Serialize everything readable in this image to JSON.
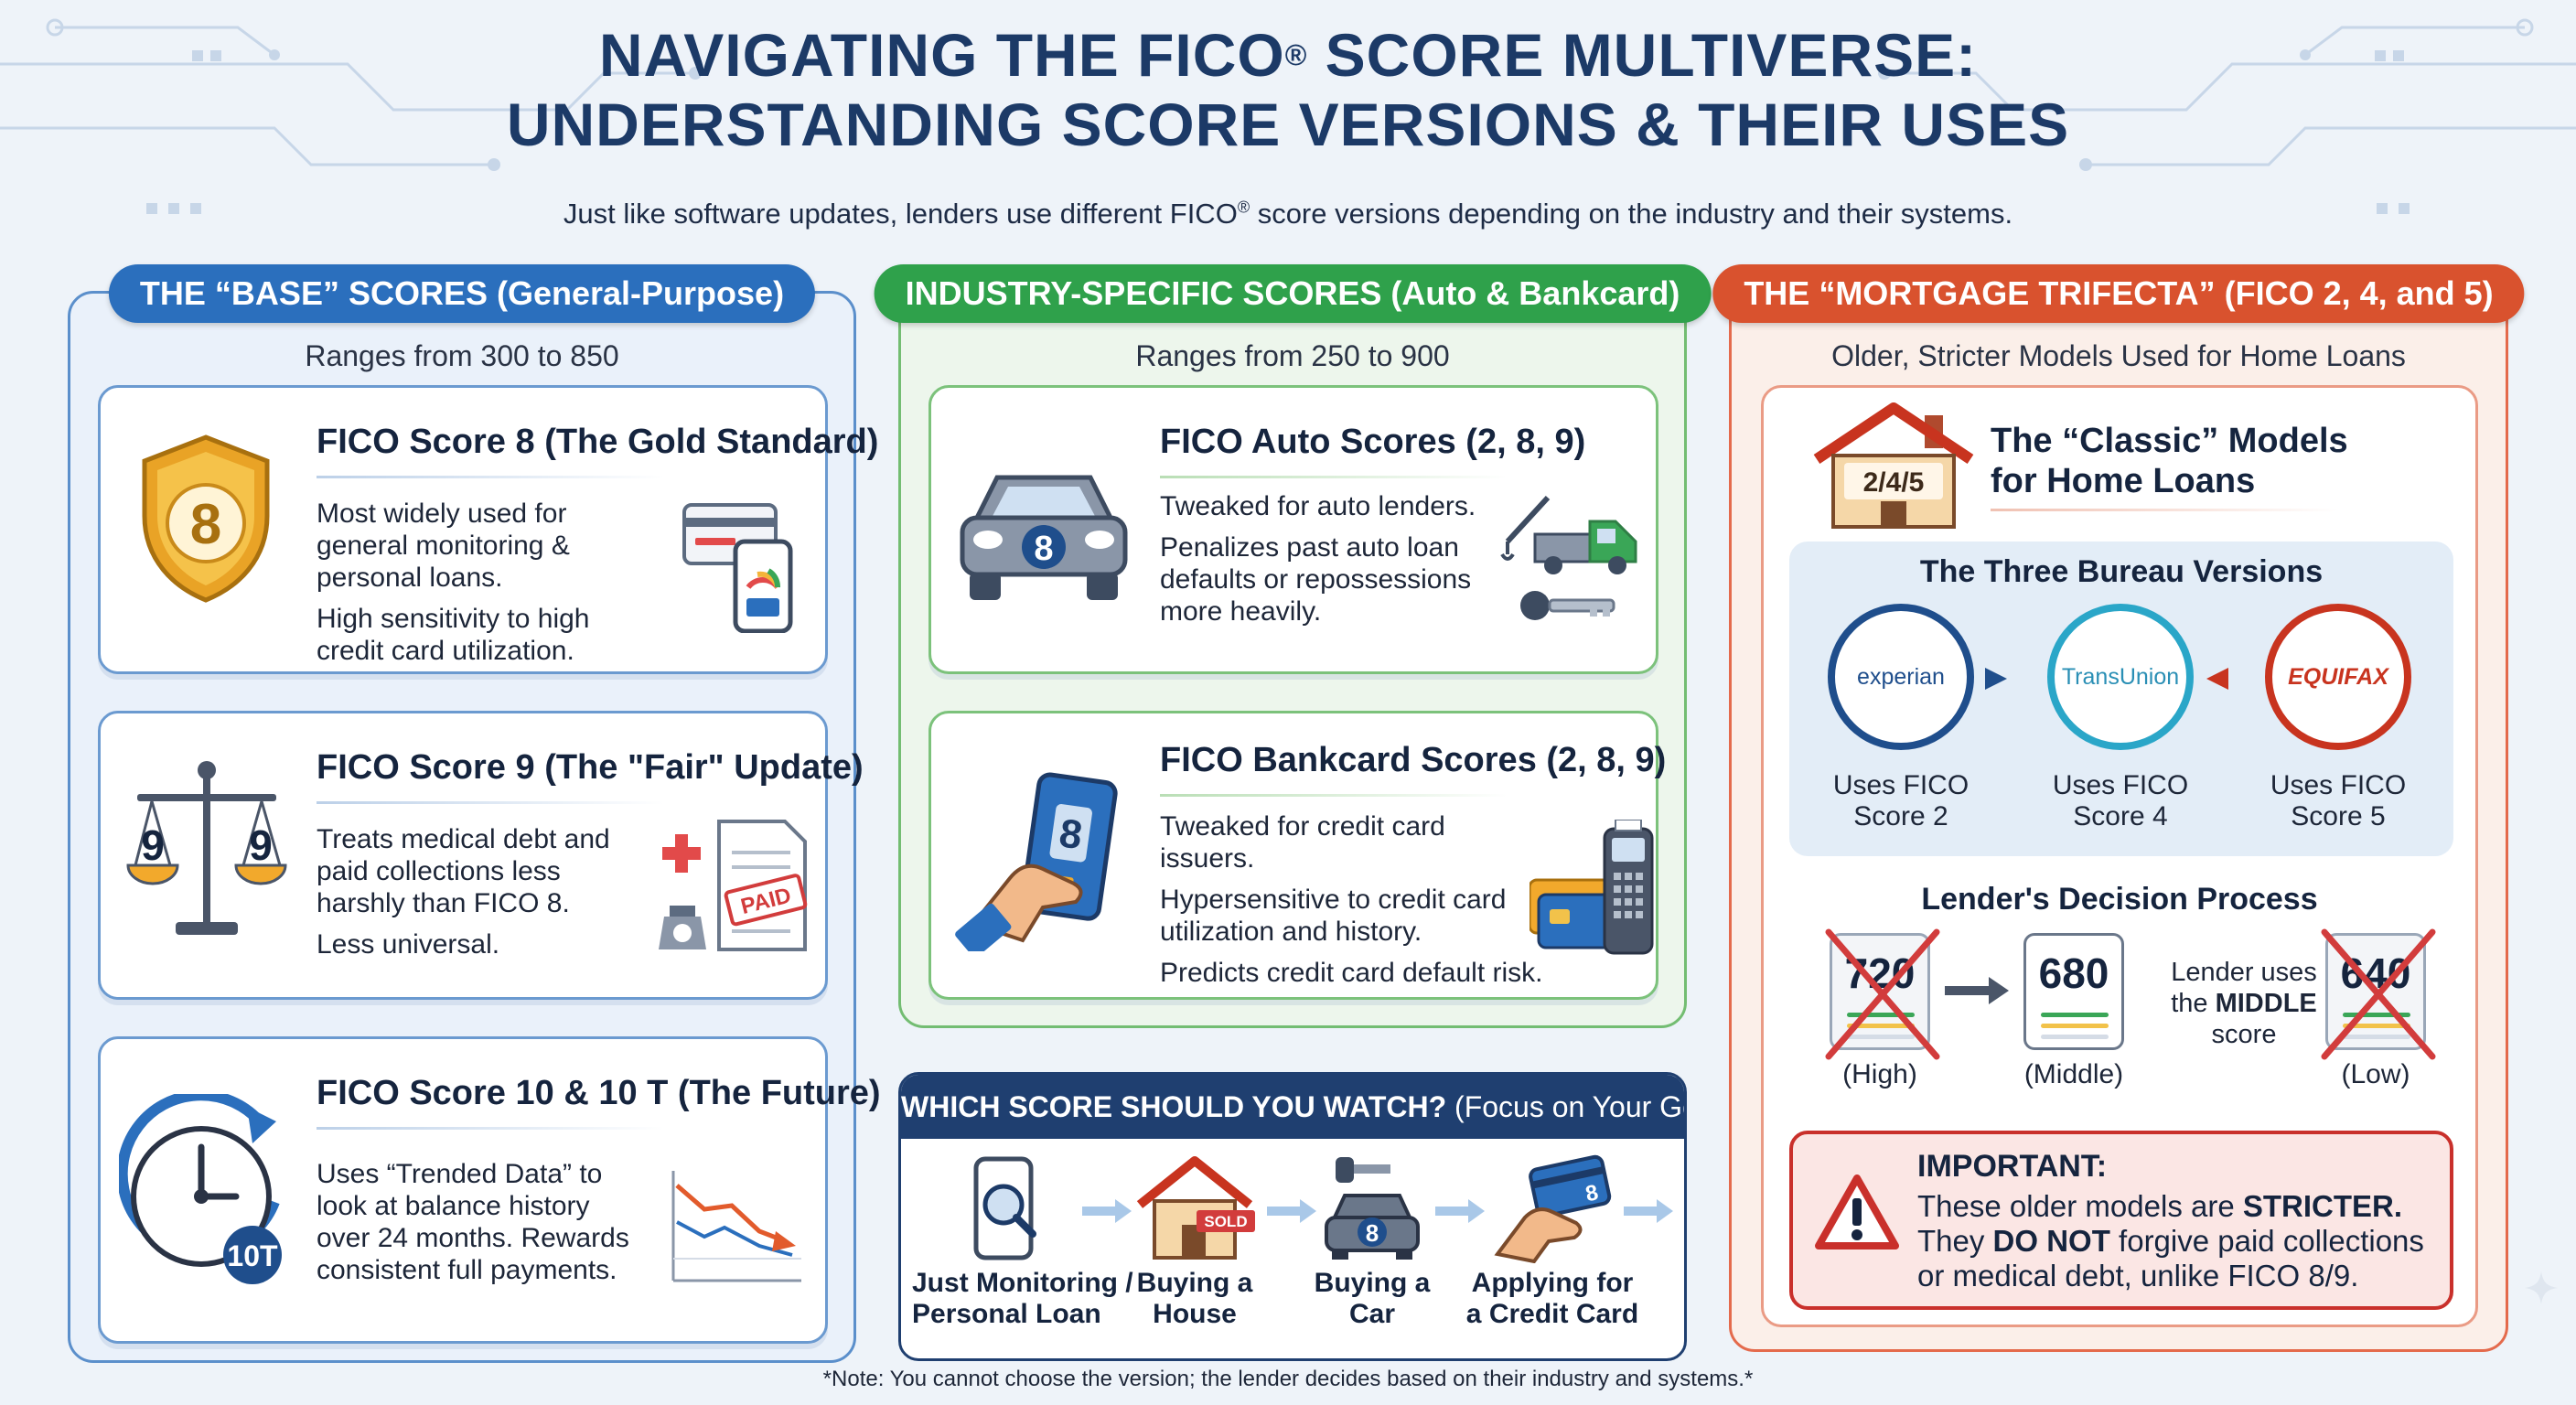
{
  "header": {
    "title_line1_pre": "NAVIGATING THE FICO",
    "title_sup": "®",
    "title_line1_post": " SCORE MULTIVERSE:",
    "title_line2": "UNDERSTANDING SCORE VERSIONS & THEIR USES",
    "subtitle_pre": "Just like software updates, lenders use different FICO",
    "subtitle_sup": "®",
    "subtitle_post": " score versions depending on the industry and their systems."
  },
  "base": {
    "badge": "THE “BASE” SCORES (General-Purpose)",
    "range": "Ranges from 300 to 850",
    "cards": [
      {
        "title": "FICO Score 8 (The Gold Standard)",
        "lines": [
          "Most widely used for general monitoring & personal loans.",
          "High sensitivity to high credit card utilization."
        ],
        "icon_label": "8"
      },
      {
        "title": "FICO Score 9 (The \"Fair\" Update)",
        "lines": [
          "Treats medical debt and paid collections less harshly than FICO 8.",
          "Less universal."
        ],
        "icon_label": "9",
        "stamp": "PAID"
      },
      {
        "title": "FICO Score 10 & 10 T (The Future)",
        "lines": [
          "Uses “Trended Data” to look at balance history over 24 months. Rewards consistent full payments."
        ],
        "icon_label": "10T"
      }
    ]
  },
  "industry": {
    "badge": "INDUSTRY-SPECIFIC SCORES (Auto & Bankcard)",
    "range": "Ranges from 250 to 900",
    "cards": [
      {
        "title": "FICO Auto Scores (2, 8, 9)",
        "lines": [
          "Tweaked for auto lenders.",
          "Penalizes past auto loan defaults or repossessions more heavily."
        ],
        "icon_label": "8"
      },
      {
        "title": "FICO Bankcard Scores (2, 8, 9)",
        "lines": [
          "Tweaked for credit card issuers.",
          "Hypersensitive to credit card utilization and history.",
          "Predicts credit card default risk."
        ],
        "icon_label": "8"
      }
    ]
  },
  "watch": {
    "title_bold": "WHICH SCORE SHOULD YOU WATCH?",
    "title_rest": " (Focus on Your Goal)",
    "goals": [
      {
        "label_line1": "Just Monitoring /",
        "label_line2": "Personal Loan"
      },
      {
        "label_line1": "Buying a",
        "label_line2": "House",
        "sign": "SOLD"
      },
      {
        "label_line1": "Buying a",
        "label_line2": "Car",
        "icon_label": "8"
      },
      {
        "label_line1": "Applying for",
        "label_line2": "a Credit Card",
        "icon_label": "8"
      }
    ]
  },
  "mortgage": {
    "badge": "THE “MORTGAGE TRIFECTA” (FICO 2, 4, and 5)",
    "range": "Older, Stricter Models Used for Home Loans",
    "classic_title_line1": "The “Classic” Models",
    "classic_title_line2": "for Home Loans",
    "house_label": "2/4/5",
    "bureau_title": "The Three Bureau Versions",
    "bureaus": [
      {
        "name": "experian",
        "use_line1": "Uses FICO",
        "use_line2": "Score 2",
        "color": "#1f4e8c"
      },
      {
        "name": "TransUnion",
        "use_line1": "Uses FICO",
        "use_line2": "Score 4",
        "color": "#2aa6c8"
      },
      {
        "name": "EQUIFAX",
        "use_line1": "Uses FICO",
        "use_line2": "Score 5",
        "color": "#c8341f"
      }
    ],
    "decision_title": "Lender's Decision Process",
    "scores": [
      {
        "value": "720",
        "caption": "(High)"
      },
      {
        "value": "680",
        "caption": "(Middle)"
      },
      {
        "value": "640",
        "caption": "(Low)"
      }
    ],
    "lender_note_1": "Lender uses",
    "lender_note_2": "the ",
    "lender_note_bold": "MIDDLE",
    "lender_note_3": "score",
    "important_title": "IMPORTANT:",
    "important_1": "These older models are ",
    "important_1_bold": "STRICTER.",
    "important_2": "They ",
    "important_2_bold": "DO NOT",
    "important_3": " forgive paid collections or medical debt, unlike FICO 8/9."
  },
  "footnote": "*Note: You cannot choose the version; the lender decides based on their industry and systems.*",
  "colors": {
    "navy": "#1c3a67",
    "blue": "#2b6fbd",
    "green": "#2fa14b",
    "red": "#d9522e",
    "alert": "#c9302b"
  }
}
